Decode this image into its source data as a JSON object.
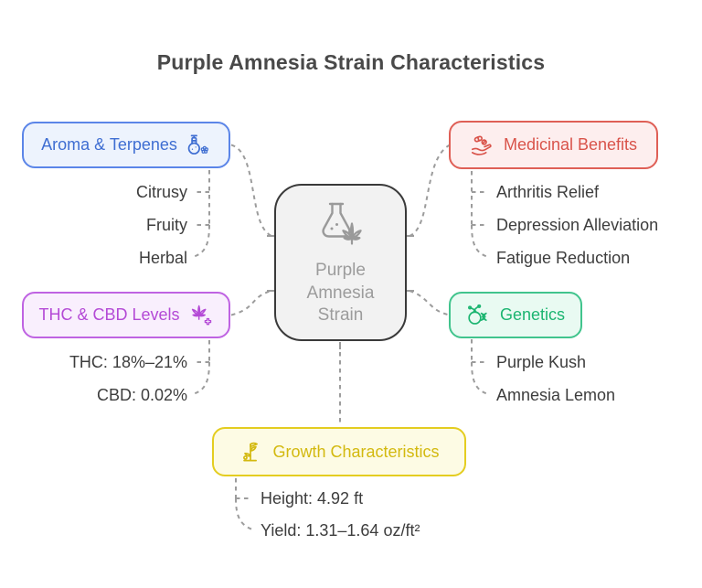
{
  "title": "Purple Amnesia Strain Characteristics",
  "center": {
    "label": "Purple Amnesia Strain",
    "icon": "flask-cannabis-icon",
    "border_color": "#3a3a3a",
    "background": "#f2f2f2",
    "text_color": "#9c9c9c"
  },
  "branches": [
    {
      "label": "Aroma & Terpenes",
      "icon": "perfume-bottle-icon",
      "side": "left",
      "accent": "#3f6ed2",
      "border_color": "#5b85e8",
      "background": "#edf3fd",
      "items": [
        "Citrusy",
        "Fruity",
        "Herbal"
      ]
    },
    {
      "label": "Medicinal Benefits",
      "icon": "hand-pills-icon",
      "side": "right",
      "accent": "#d9534a",
      "border_color": "#df5f56",
      "background": "#fdeeee",
      "items": [
        "Arthritis Relief",
        "Depression Alleviation",
        "Fatigue Reduction"
      ]
    },
    {
      "label": "THC & CBD Levels",
      "icon": "cannabis-plus-icon",
      "side": "left",
      "accent": "#b44ad6",
      "border_color": "#bf63e2",
      "background": "#f9effd",
      "items": [
        "THC: 18%–21%",
        "CBD: 0.02%"
      ]
    },
    {
      "label": "Genetics",
      "icon": "fruit-dna-icon",
      "side": "right",
      "accent": "#1cb571",
      "border_color": "#41c48d",
      "background": "#e9faf2",
      "items": [
        "Purple Kush",
        "Amnesia Lemon"
      ]
    },
    {
      "label": "Growth Characteristics",
      "icon": "plant-growth-icon",
      "side": "bottom",
      "accent": "#d3b90f",
      "border_color": "#e4cd20",
      "background": "#fdfbe4",
      "items": [
        "Height: 4.92 ft",
        "Yield: 1.31–1.64 oz/ft²"
      ]
    }
  ],
  "connector_color": "#9c9c9c"
}
